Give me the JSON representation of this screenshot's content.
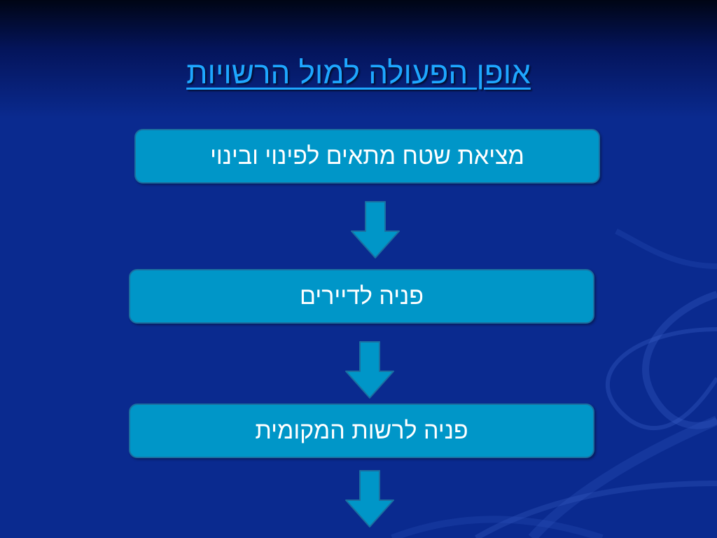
{
  "title": "אופן הפעולה למול הרשויות",
  "steps": [
    {
      "label": "מציאת שטח מתאים לפינוי ובינוי"
    },
    {
      "label": "פניה לדיירים"
    },
    {
      "label": "פניה לרשות המקומית"
    }
  ],
  "colors": {
    "background": "#0a2a8f",
    "title": "#1ea7ff",
    "box_fill": "#0096c8",
    "box_border": "#1b6fa0",
    "arrow_fill": "#0096c8",
    "text": "#ffffff"
  }
}
